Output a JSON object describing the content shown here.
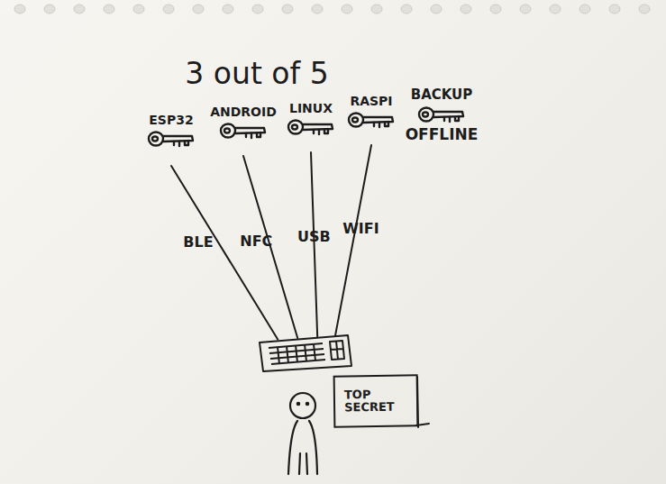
{
  "diagram": {
    "title": "3 out of 5",
    "nodes": [
      {
        "text": [
          "ESP32"
        ]
      },
      {
        "text": [
          "ANDROID"
        ]
      },
      {
        "text": [
          "LINUX"
        ]
      },
      {
        "text": [
          "RASPI"
        ]
      },
      {
        "text": [
          "BACKUP",
          "OFFLINE"
        ]
      },
      {
        "text": []
      },
      {
        "text": [
          "TOP SECRET"
        ]
      }
    ],
    "edges": [
      {
        "from": 0,
        "to": 5,
        "label": "BLE",
        "arrow": "none"
      },
      {
        "from": 1,
        "to": 5,
        "label": "NFC",
        "arrow": "none"
      },
      {
        "from": 2,
        "to": 5,
        "label": "USB",
        "arrow": "none"
      },
      {
        "from": 3,
        "to": 5,
        "label": "WIFI",
        "arrow": "none"
      }
    ]
  }
}
